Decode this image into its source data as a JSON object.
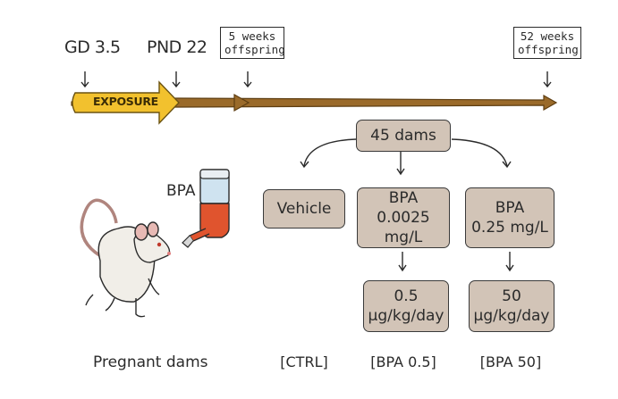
{
  "timeline": {
    "gd_label": "GD 3.5",
    "pnd_label": "PND 22",
    "exposure_label": "EXPOSURE",
    "tag_5w_line1": "5 weeks",
    "tag_5w_line2": "offspring",
    "tag_52w_line1": "52 weeks",
    "tag_52w_line2": "offspring"
  },
  "dams": {
    "label": "45 dams"
  },
  "groups": [
    {
      "line1": "Vehicle",
      "line2": "",
      "dose1": "",
      "dose2": "",
      "code": "[CTRL]"
    },
    {
      "line1": "BPA",
      "line2": "0.0025 mg/L",
      "dose1": "0.5",
      "dose2": "μg/kg/day",
      "code": "[BPA 0.5]"
    },
    {
      "line1": "BPA",
      "line2": "0.25 mg/L",
      "dose1": "50",
      "dose2": "μg/kg/day",
      "code": "[BPA 50]"
    }
  ],
  "illustration": {
    "bottle_label": "BPA",
    "caption": "Pregnant dams"
  },
  "colors": {
    "exposure_fill": "#f2c12e",
    "arrow_brown": "#9a6a2a",
    "box_fill": "#d2c4b7",
    "liquid_red": "#e0542e",
    "bottle_blue": "#cfe3f0"
  }
}
